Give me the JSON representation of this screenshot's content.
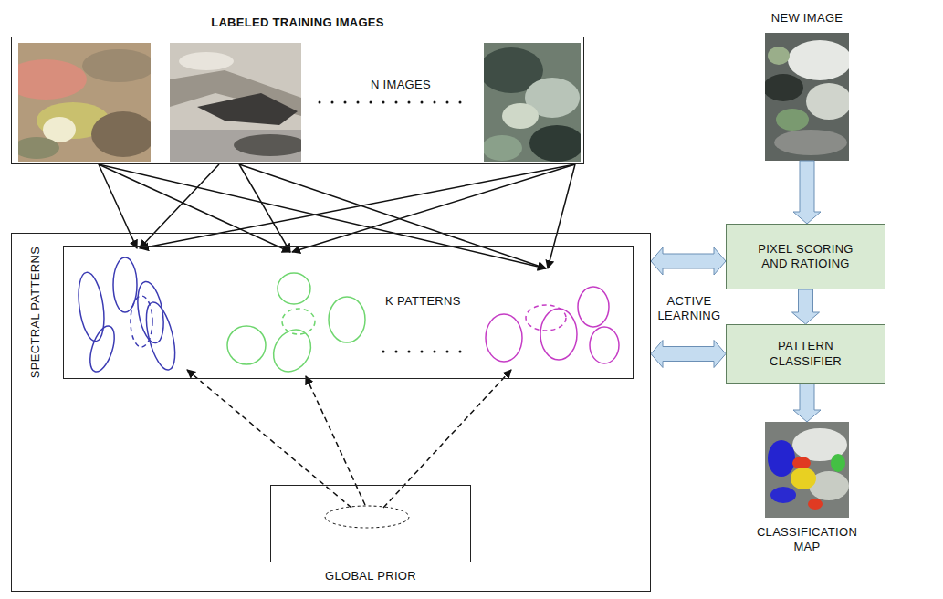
{
  "diagram": {
    "nodes": [
      {
        "text": [
          "LABELED TRAINING IMAGES",
          "N IMAGES"
        ]
      },
      {
        "text": [
          "SPECTRAL PATTERNS"
        ]
      },
      {
        "text": [
          "K PATTERNS"
        ],
        "in": 1
      },
      {
        "text": [
          "GLOBAL PRIOR"
        ],
        "in": 1
      },
      {
        "text": [
          "NEW IMAGE"
        ]
      },
      {
        "text": [
          "PIXEL SCORING AND RATIOING"
        ]
      },
      {
        "text": [
          "PATTERN CLASSIFIER"
        ]
      },
      {
        "text": [
          "CLASSIFICATION MAP"
        ]
      }
    ],
    "edges": [
      {
        "from": 4,
        "to": 5,
        "arrow": "to"
      },
      {
        "from": 5,
        "to": 6,
        "arrow": "to"
      },
      {
        "from": 6,
        "to": 7,
        "arrow": "to"
      },
      {
        "from": 1,
        "to": 5,
        "arrow": "both"
      },
      {
        "from": 1,
        "to": 6,
        "arrow": "both"
      }
    ],
    "labels": [
      "ACTIVE LEARNING"
    ]
  }
}
